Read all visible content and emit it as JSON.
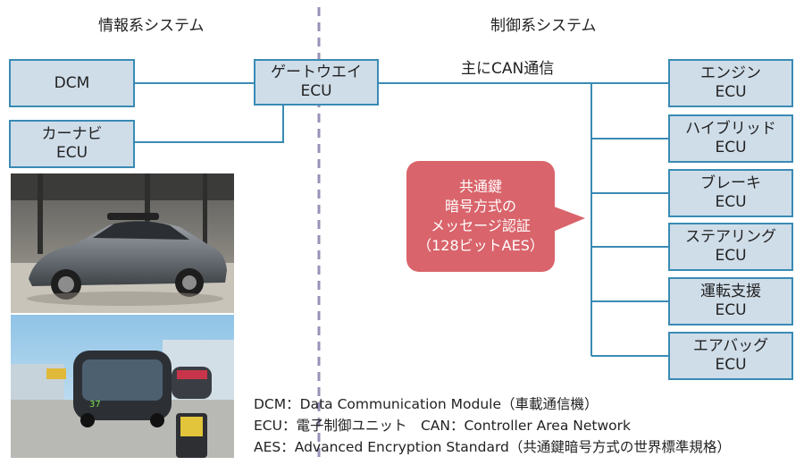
{
  "left_heading": "情報系システム",
  "right_heading": "制御系システム",
  "can_label": "主にCAN通信",
  "left_boxes": [
    {
      "line1": "DCM",
      "line2": ""
    },
    {
      "line1": "カーナビ",
      "line2": "ECU"
    }
  ],
  "gateway": {
    "line1": "ゲートウエイ",
    "line2": "ECU"
  },
  "right_boxes": [
    {
      "line1": "エンジン",
      "line2": "ECU"
    },
    {
      "line1": "ハイブリッド",
      "line2": "ECU"
    },
    {
      "line1": "ブレーキ",
      "line2": "ECU"
    },
    {
      "line1": "ステアリング",
      "line2": "ECU"
    },
    {
      "line1": "運転支援",
      "line2": "ECU"
    },
    {
      "line1": "エアバッグ",
      "line2": "ECU"
    }
  ],
  "callout": [
    "共通鍵",
    "暗号方式の",
    "メッセージ認証",
    "（128ビットAES）"
  ],
  "legend": [
    "DCM：Data Communication Module（車載通信機）",
    "ECU：電子制御ユニット　CAN：Controller Area Network",
    "AES：Advanced Encryption Standard（共通鍵暗号方式の世界標準規格）"
  ],
  "colors": {
    "box_fill": "#cfdde9",
    "box_border": "#3a8bb4",
    "divider": "#9a90b8",
    "callout": "#d9646b"
  }
}
